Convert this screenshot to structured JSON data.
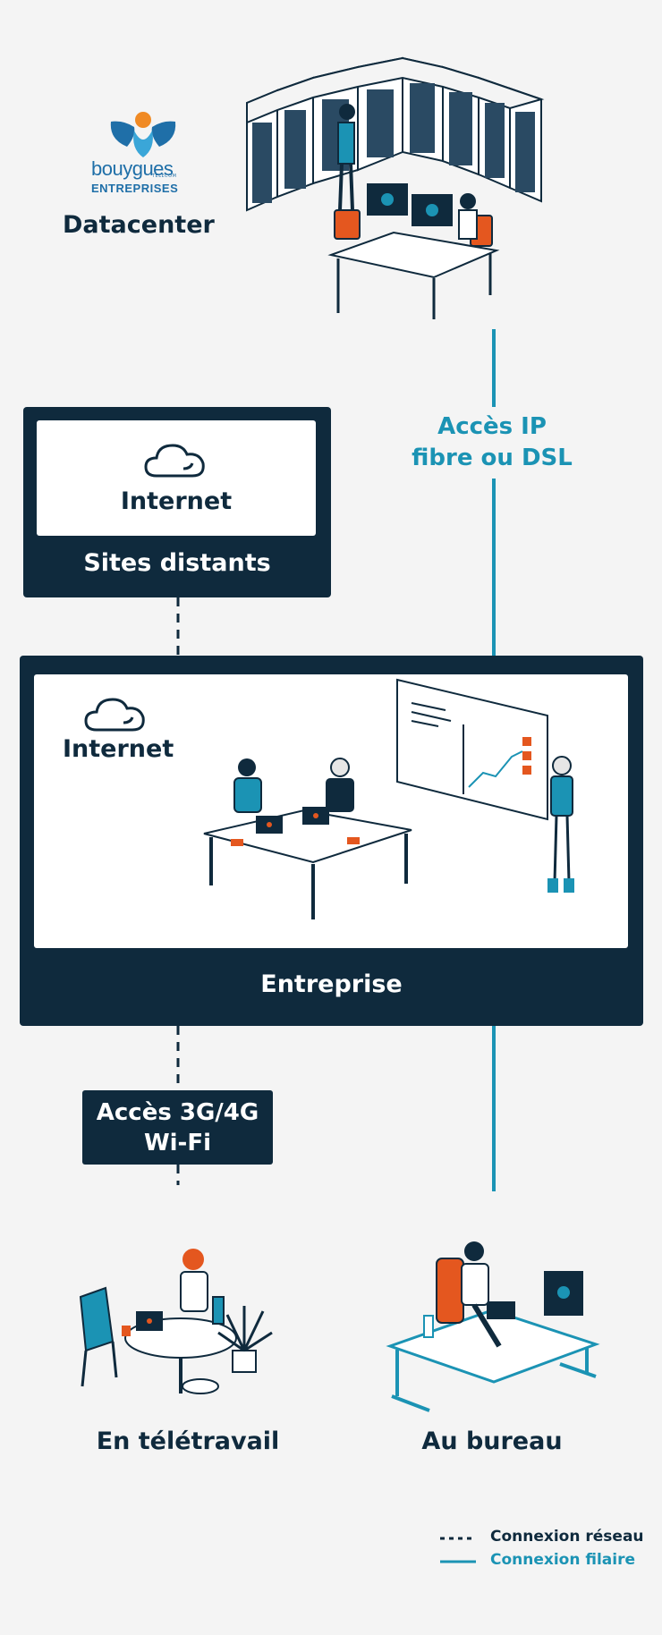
{
  "brand": {
    "name": "bouygues",
    "sub": "ENTREPRISES",
    "telecom": "TELECOM",
    "colors": {
      "blue": "#1f6fa8",
      "orange": "#f08a24",
      "cyan": "#3aa6d8"
    }
  },
  "nodes": {
    "datacenter": "Datacenter",
    "ip_access_line1": "Accès IP",
    "ip_access_line2": "fibre ou DSL",
    "remote_sites_cloud": "Internet",
    "remote_sites_title": "Sites distants",
    "enterprise_cloud": "Internet",
    "enterprise_title": "Entreprise",
    "mobile_access_line1": "Accès 3G/4G",
    "mobile_access_line2": "Wi-Fi",
    "telework": "En télétravail",
    "office": "Au bureau"
  },
  "legend": {
    "network": "Connexion réseau",
    "wired": "Connexion filaire"
  },
  "colors": {
    "navy": "#0f2a3d",
    "teal": "#1b93b4",
    "orange": "#e4571f",
    "background": "#f4f4f4"
  },
  "icons": [
    "cloud-icon",
    "datacenter-illustration",
    "meeting-illustration",
    "telework-illustration",
    "office-illustration"
  ]
}
